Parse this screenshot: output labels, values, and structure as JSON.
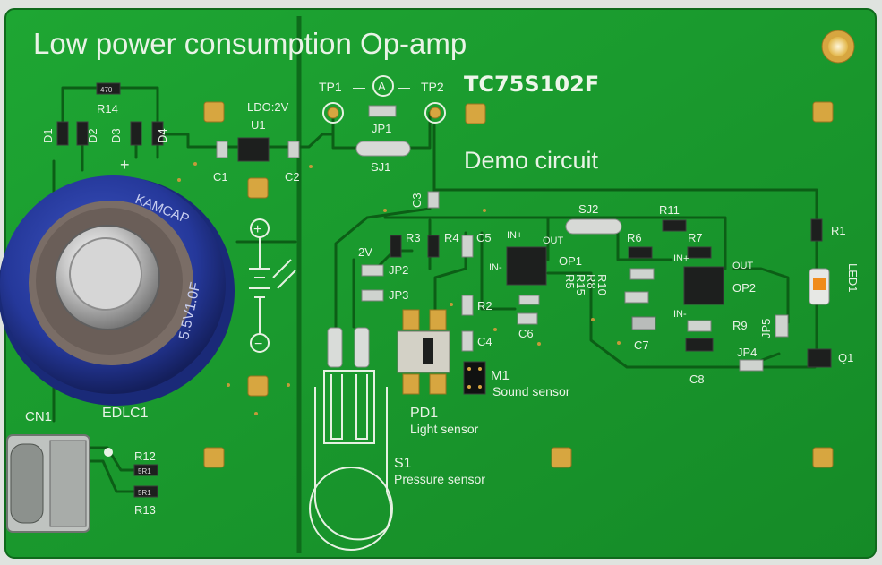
{
  "board": {
    "title": "Low power consumption Op-amp",
    "part_number": "TC75S102F",
    "subtitle": "Demo circuit",
    "colors": {
      "pcb": "#199a2c",
      "silkscreen": "#e9f3e6",
      "copper": "#d7a640",
      "capacitor": "#2b3f9e"
    }
  },
  "labels": {
    "ldo": "LDO:2V",
    "u1": "U1",
    "tp1": "TP1",
    "tp2": "TP2",
    "ammeter_dash_left": "—",
    "ammeter_symbol": "A",
    "ammeter_dash_right": "—",
    "jp1": "JP1",
    "sj1": "SJ1",
    "sj2": "SJ2",
    "c1": "C1",
    "c2": "C2",
    "c3": "C3",
    "c4": "C4",
    "c5": "C5",
    "c6": "C6",
    "c7": "C7",
    "c8": "C8",
    "r1": "R1",
    "r2": "R2",
    "r3": "R3",
    "r4": "R4",
    "r5": "R5",
    "r6": "R6",
    "r7": "R7",
    "r8": "R8",
    "r9": "R9",
    "r10": "R10",
    "r11": "R11",
    "r12": "R12",
    "r13": "R13",
    "r14": "R14",
    "r15": "R15",
    "d1": "D1",
    "d2": "D2",
    "d3": "D3",
    "d4": "D4",
    "jp2": "JP2",
    "jp3": "JP3",
    "jp4": "JP4",
    "jp5": "JP5",
    "v2": "2V",
    "op1": "OP1",
    "op2": "OP2",
    "in_plus_1": "IN+",
    "in_minus_1": "IN-",
    "out_1": "OUT",
    "in_plus_2": "IN+",
    "in_minus_2": "IN-",
    "out_2": "OUT",
    "led1": "LED1",
    "q1": "Q1",
    "m1": "M1",
    "sound_sensor": "Sound sensor",
    "pd1": "PD1",
    "light_sensor": "Light sensor",
    "s1": "S1",
    "pressure_sensor": "Pressure sensor",
    "edlc1": "EDLC1",
    "cn1": "CN1",
    "plus_top": "+",
    "plus_symbol": "+",
    "minus_symbol": "−",
    "r14_code": "470",
    "r12_code": "5R1",
    "r13_code": "5R1"
  },
  "capacitor_print": {
    "brand": "KAMCAP",
    "rating": "5.5V1.0F"
  }
}
